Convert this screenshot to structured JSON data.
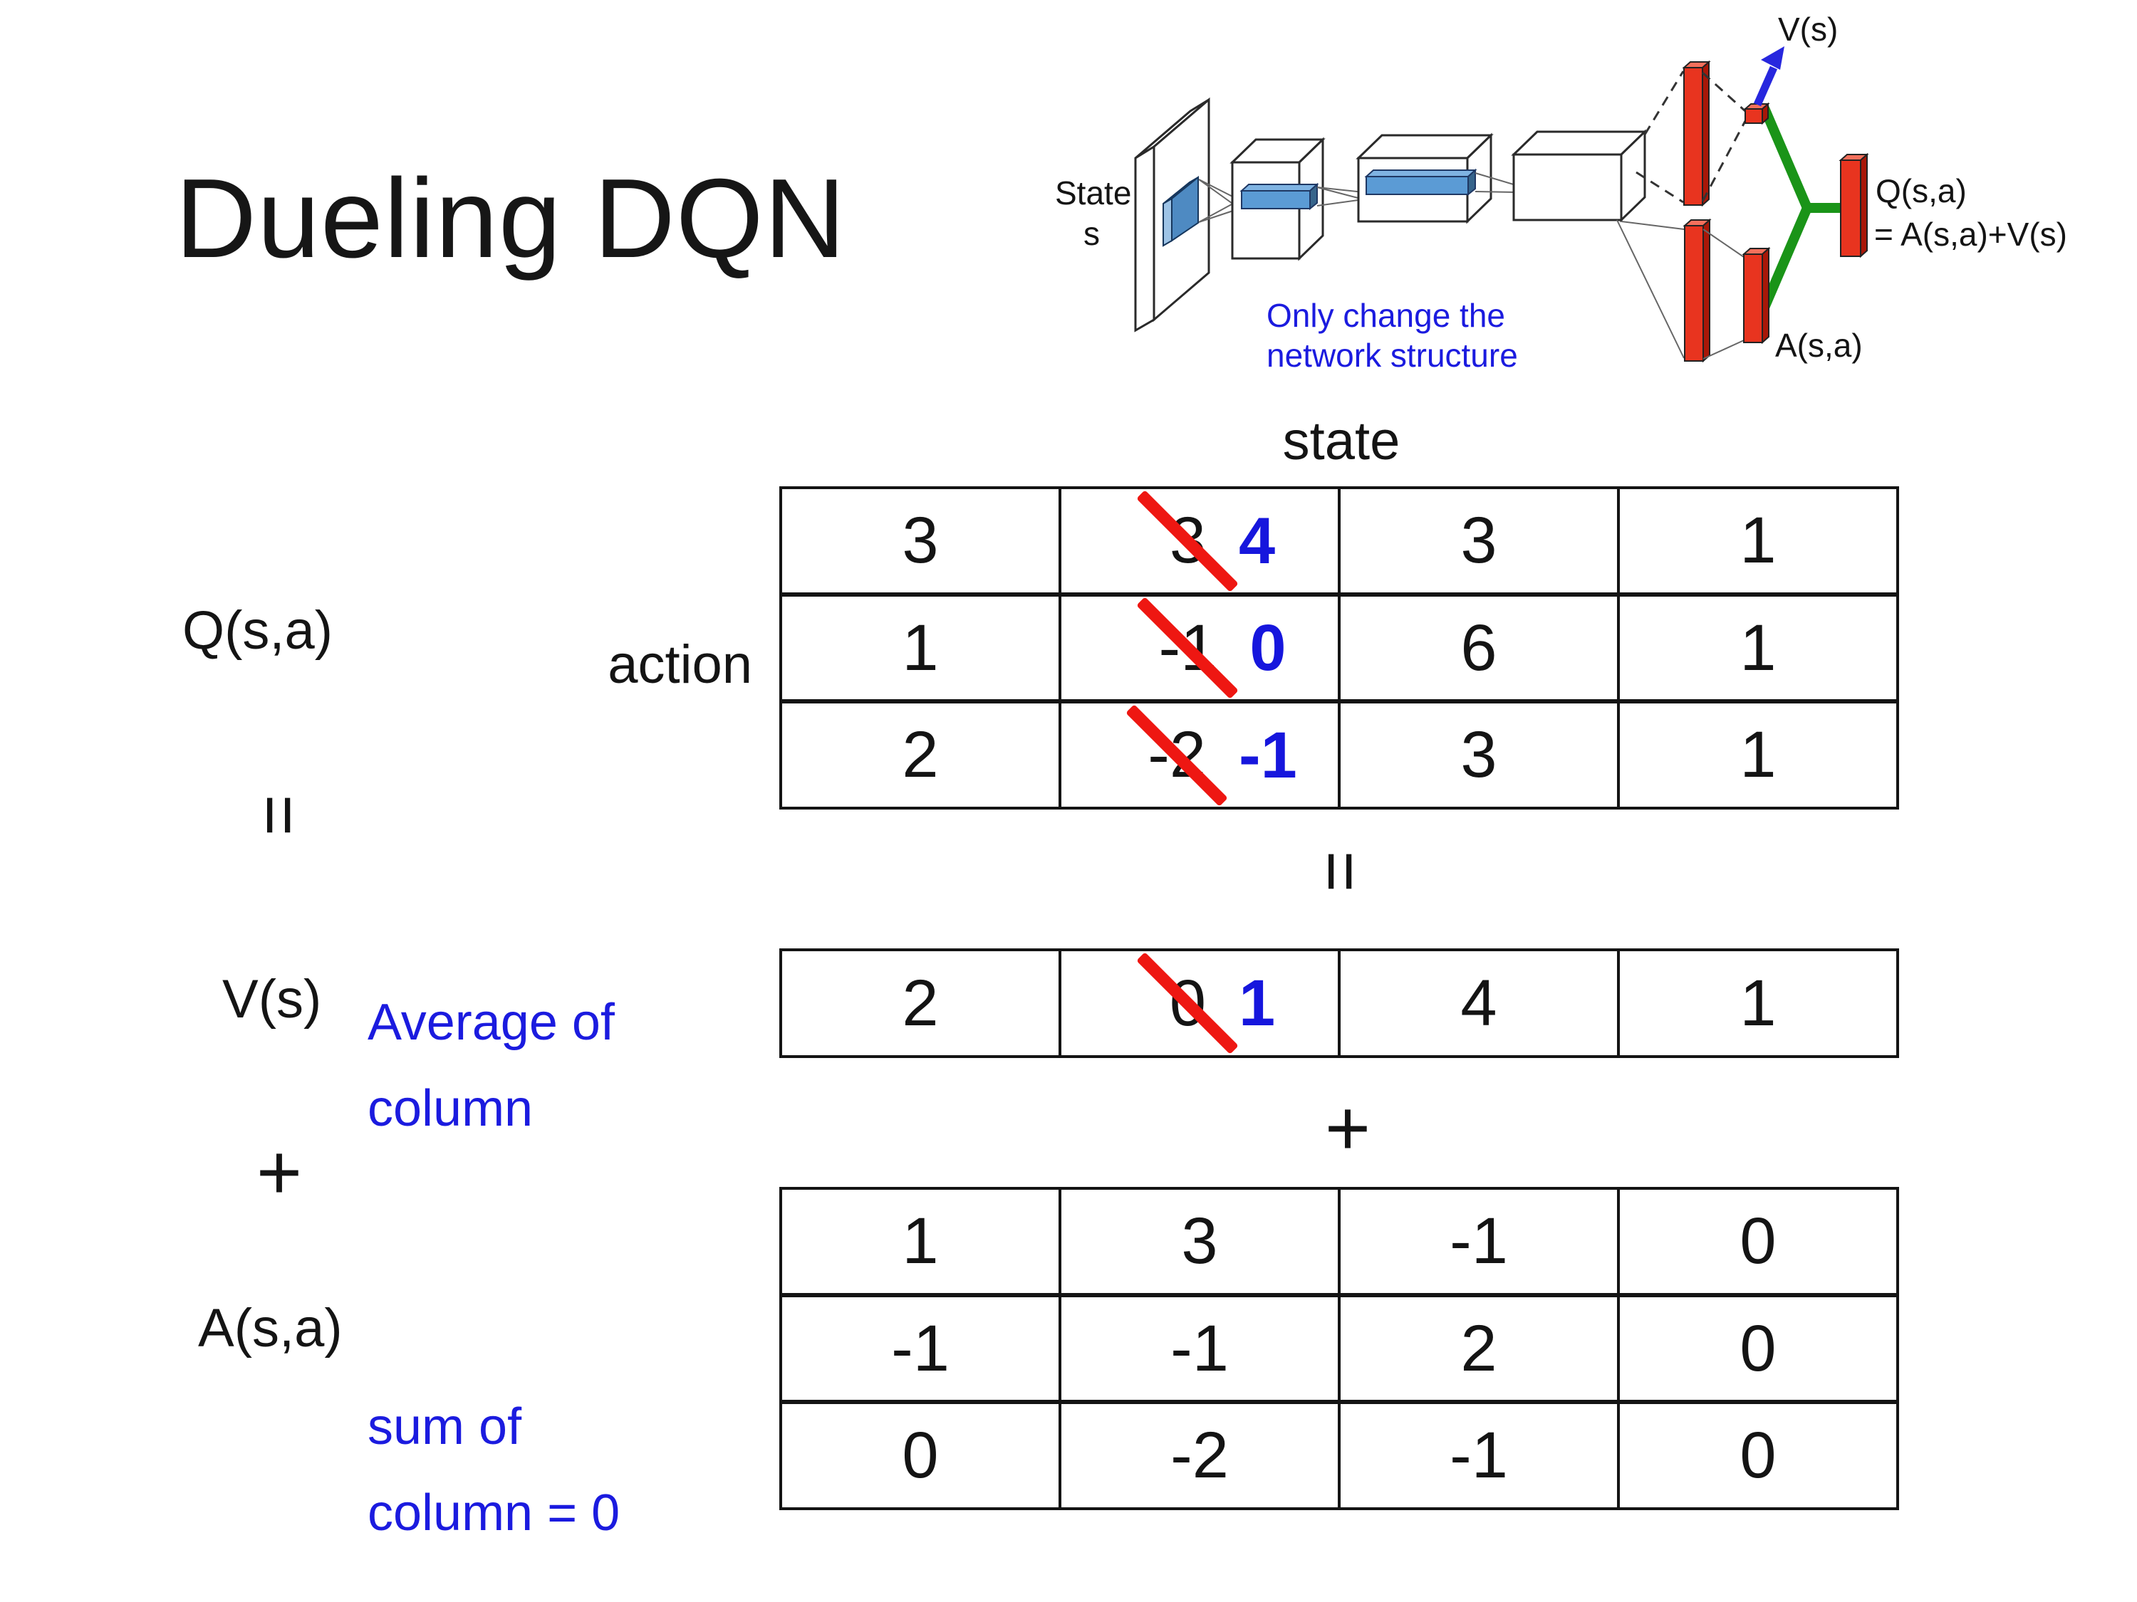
{
  "slide": {
    "title": "Dueling DQN"
  },
  "diagram": {
    "input_label_line1": "State",
    "input_label_line2": "s",
    "note_line1": "Only change the",
    "note_line2": "network structure",
    "v_output_label": "V(s)",
    "q_output_label": "Q(s,a)",
    "q_output_formula": "= A(s,a)+V(s)",
    "a_output_label": "A(s,a)"
  },
  "equation": {
    "q_label": "Q(s,a)",
    "equals_left": "=",
    "v_label": "V(s)",
    "plus_left": "+",
    "a_label": "A(s,a)",
    "equals_mid": "=",
    "plus_mid": "+",
    "avg_note_line1": "Average of",
    "avg_note_line2": "column",
    "sum_note_line1": "sum of",
    "sum_note_line2": "column = 0"
  },
  "q_table": {
    "state_header": "state",
    "action_header": "action",
    "rows": [
      {
        "c0": "3",
        "c1_old": "3",
        "c1_new": "4",
        "c2": "3",
        "c3": "1"
      },
      {
        "c0": "1",
        "c1_old": "-1",
        "c1_new": "0",
        "c2": "6",
        "c3": "1"
      },
      {
        "c0": "2",
        "c1_old": "-2",
        "c1_new": "-1",
        "c2": "3",
        "c3": "1"
      }
    ]
  },
  "v_table": {
    "row": {
      "c0": "2",
      "c1_old": "0",
      "c1_new": "1",
      "c2": "4",
      "c3": "1"
    }
  },
  "a_table": {
    "rows": [
      {
        "c0": "1",
        "c1": "3",
        "c2": "-1",
        "c3": "0"
      },
      {
        "c0": "-1",
        "c1": "-1",
        "c2": "2",
        "c3": "0"
      },
      {
        "c0": "0",
        "c1": "-2",
        "c2": "-1",
        "c3": "0"
      }
    ]
  },
  "colors": {
    "text_black": "#141414",
    "accent_blue": "#1b1bdf",
    "value_blue": "#1616dd",
    "strike_red": "#ee1712",
    "bar_red": "#e8341f",
    "combine_green": "#1a9418",
    "feature_blue": "#5b9bd5"
  }
}
